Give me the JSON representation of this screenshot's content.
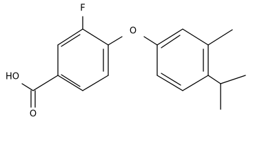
{
  "molecule": {
    "labels": {
      "fluorine": "F",
      "ether_oxygen": "O",
      "carboxyl_oh": "HO",
      "carbonyl_oxygen": "O"
    }
  }
}
